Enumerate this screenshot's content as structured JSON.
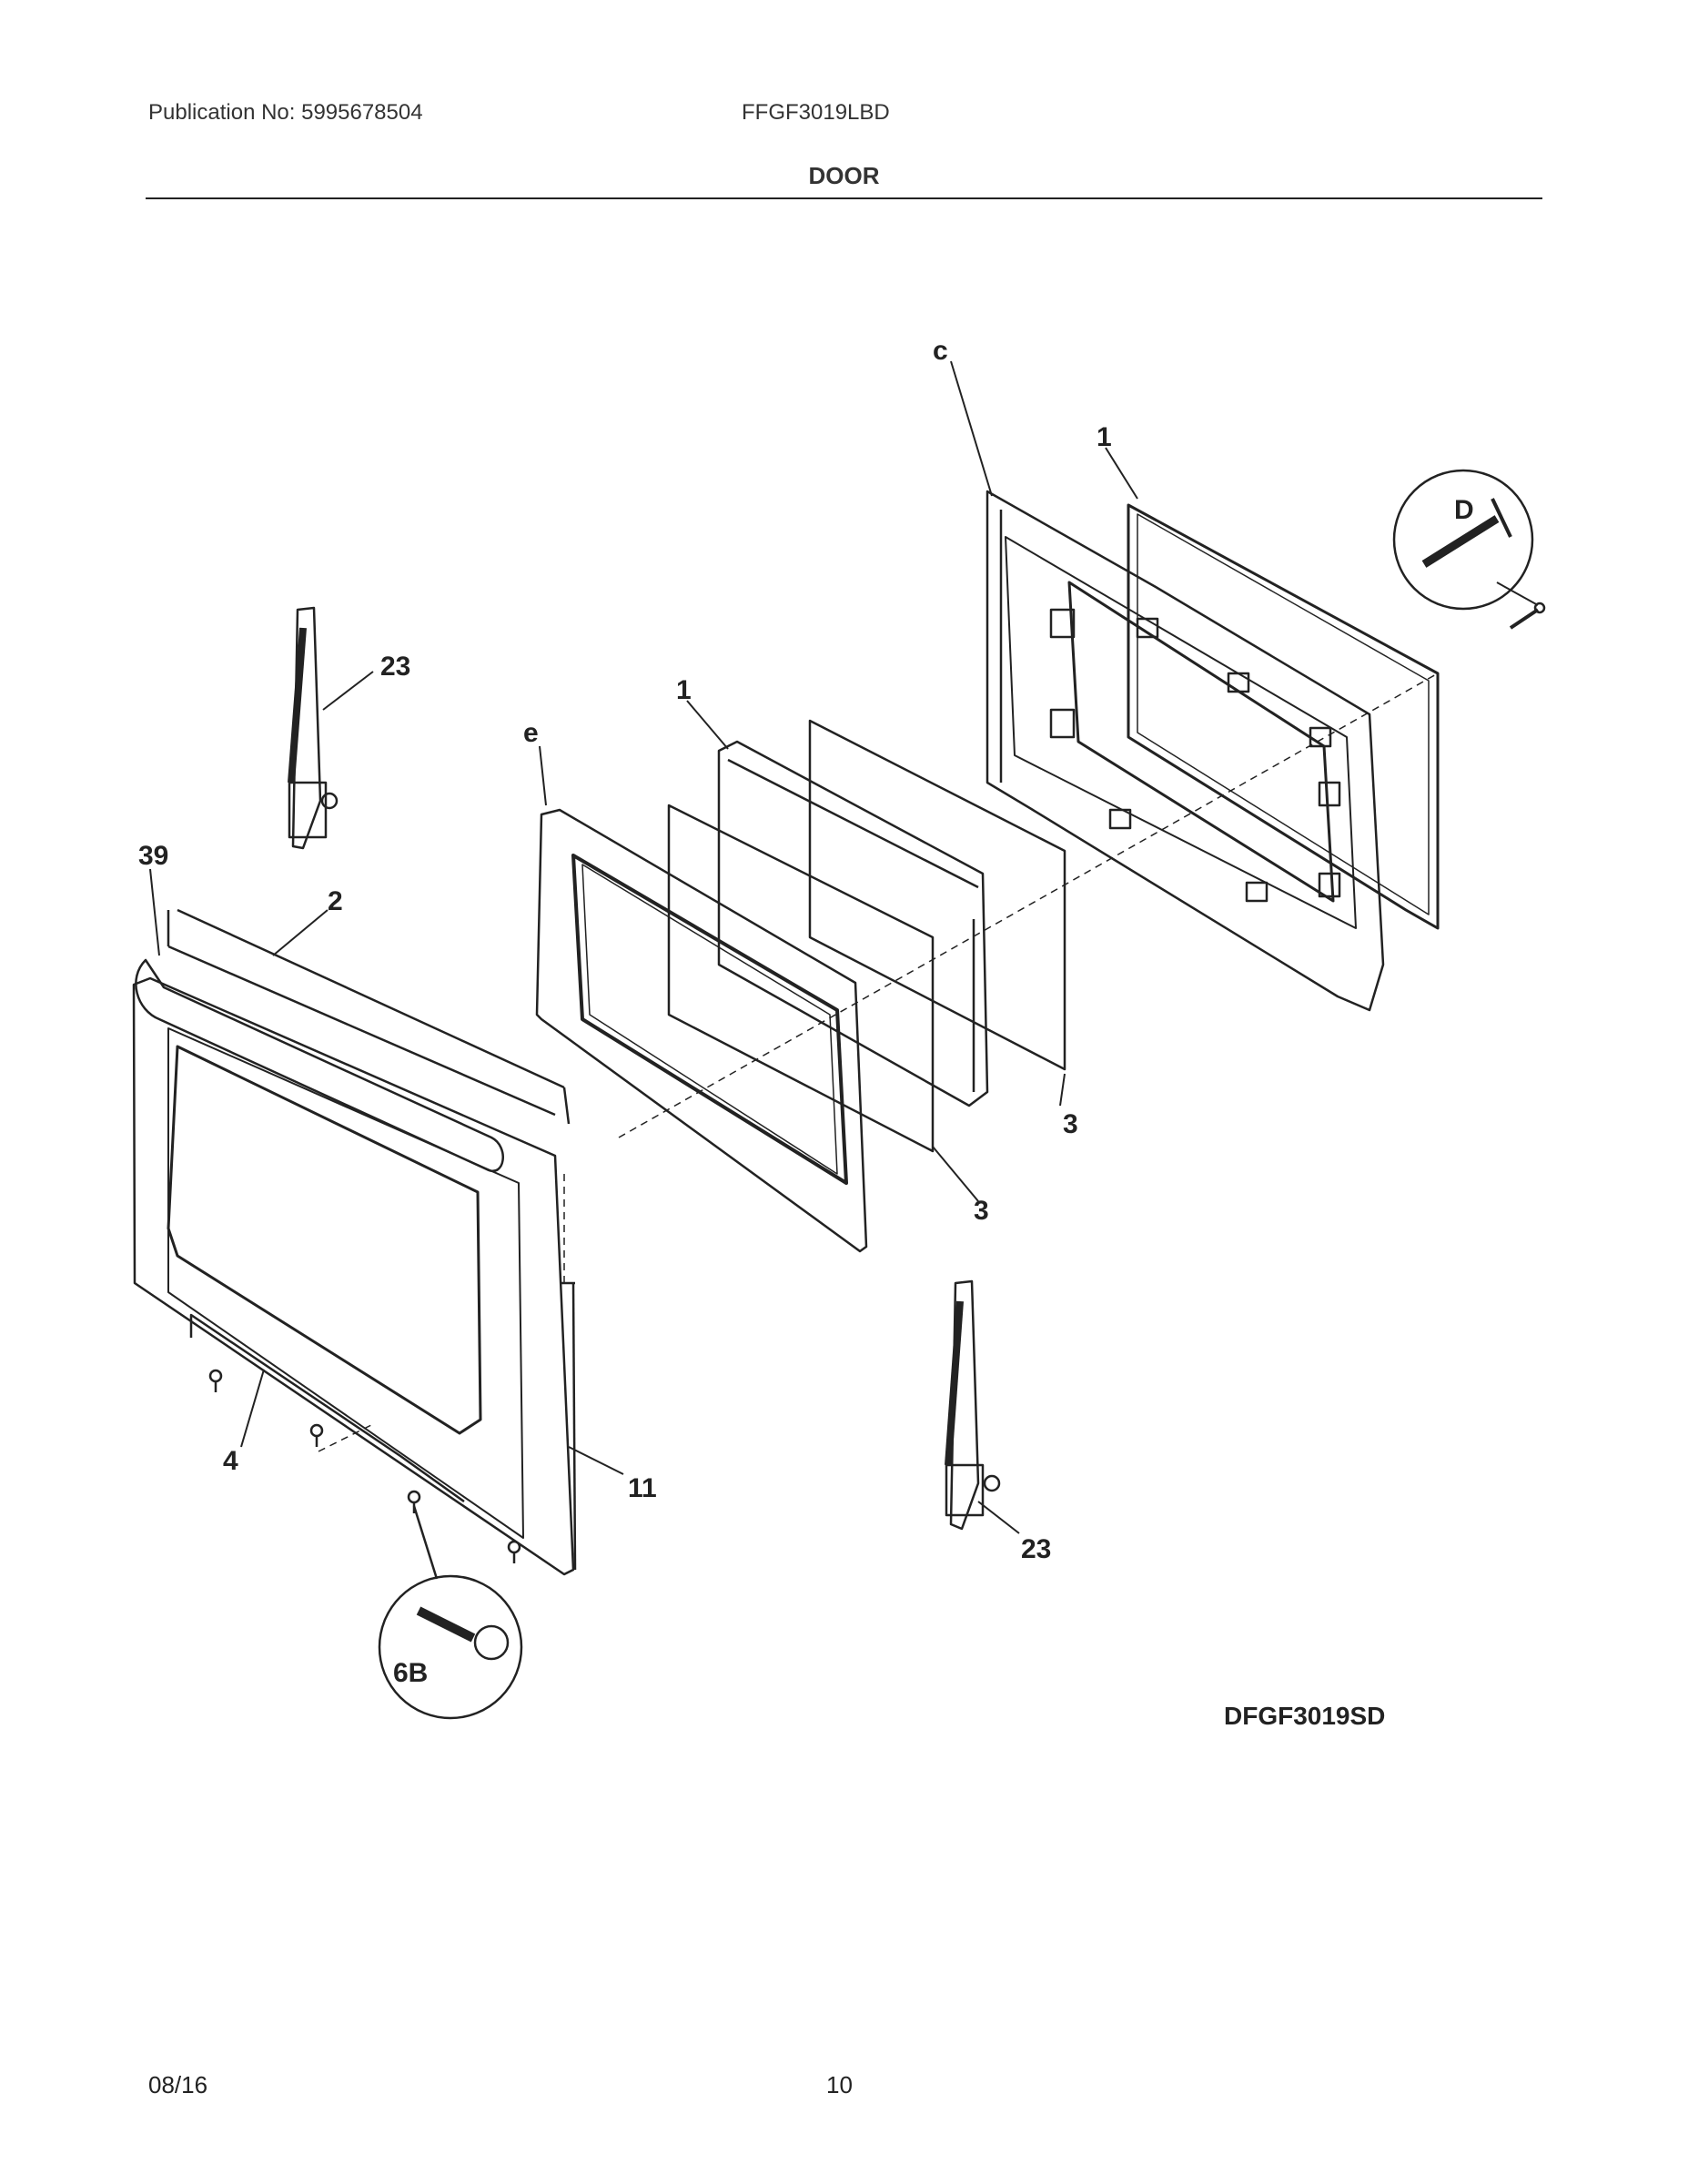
{
  "header": {
    "publication": "Publication No: 5995678504",
    "model": "FFGF3019LBD",
    "title": "DOOR"
  },
  "footer": {
    "date": "08/16",
    "page": "10"
  },
  "diagram": {
    "callouts": {
      "hinge_upper_label": "23",
      "hinge_lower_label": "23",
      "part_1a": "1",
      "part_1b": "1",
      "part_c": "c",
      "part_e": "e",
      "part_3": "3",
      "part_3b": "3",
      "part_2": "2",
      "part_39": "39",
      "part_4": "4",
      "part_11": "11",
      "part_d": "D",
      "part_6b": "6B"
    },
    "figure_code": "DFGF3019SD"
  }
}
